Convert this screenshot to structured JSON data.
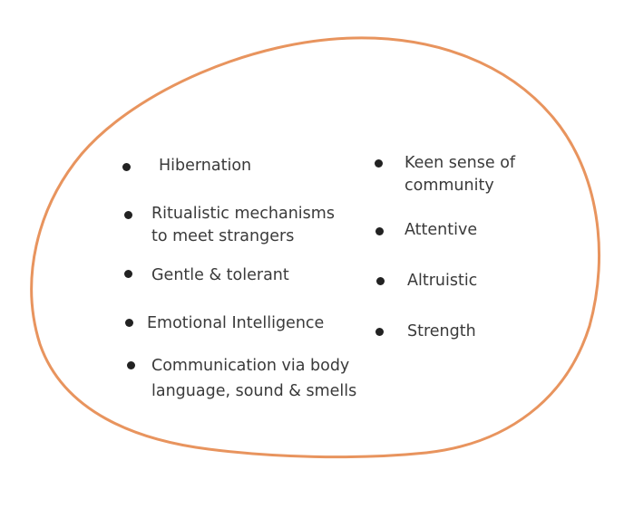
{
  "colors": {
    "outline": "#e8945e",
    "text": "#3a3a3a",
    "bullet": "#222222"
  },
  "left_column": [
    {
      "lines": [
        "Hibernation"
      ]
    },
    {
      "lines": [
        "Ritualistic mechanisms",
        "to meet  strangers"
      ]
    },
    {
      "lines": [
        "Gentle & tolerant"
      ]
    },
    {
      "lines": [
        "Emotional Intelligence"
      ]
    },
    {
      "lines": [
        "Communication via body",
        "language, sound & smells"
      ]
    }
  ],
  "right_column": [
    {
      "lines": [
        "Keen sense of",
        "community"
      ]
    },
    {
      "lines": [
        "Attentive"
      ]
    },
    {
      "lines": [
        "Altruistic"
      ]
    },
    {
      "lines": [
        "Strength"
      ]
    }
  ]
}
